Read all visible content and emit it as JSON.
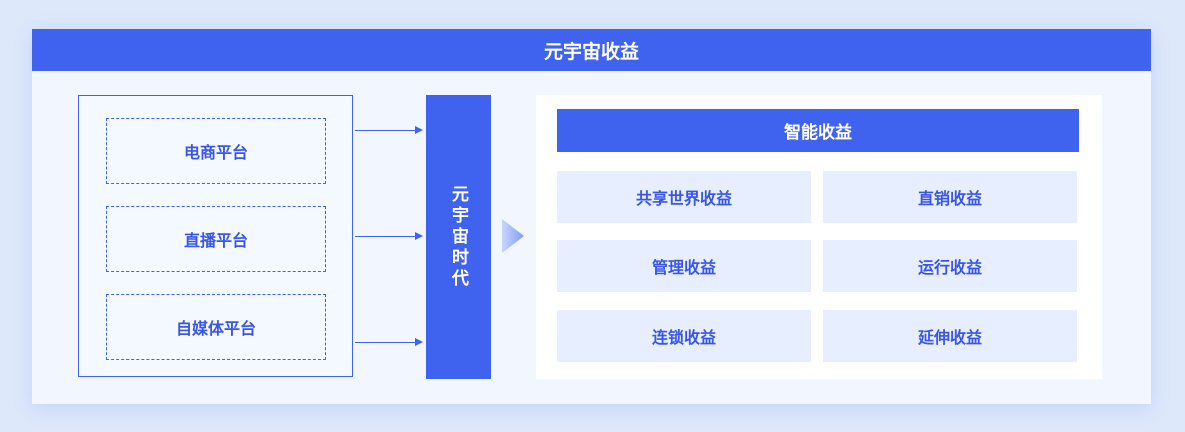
{
  "header": {
    "title": "元宇宙收益"
  },
  "platforms": [
    "电商平台",
    "直播平台",
    "自媒体平台"
  ],
  "era": {
    "label": "元宇宙时代"
  },
  "smart_income": {
    "title": "智能收益",
    "items": [
      "共享世界收益",
      "直销收益",
      "管理收益",
      "运行收益",
      "连锁收益",
      "延伸收益"
    ]
  },
  "colors": {
    "primary": "#3f63ee",
    "light_tile": "#e6eeff",
    "background": "#dde8fb"
  }
}
